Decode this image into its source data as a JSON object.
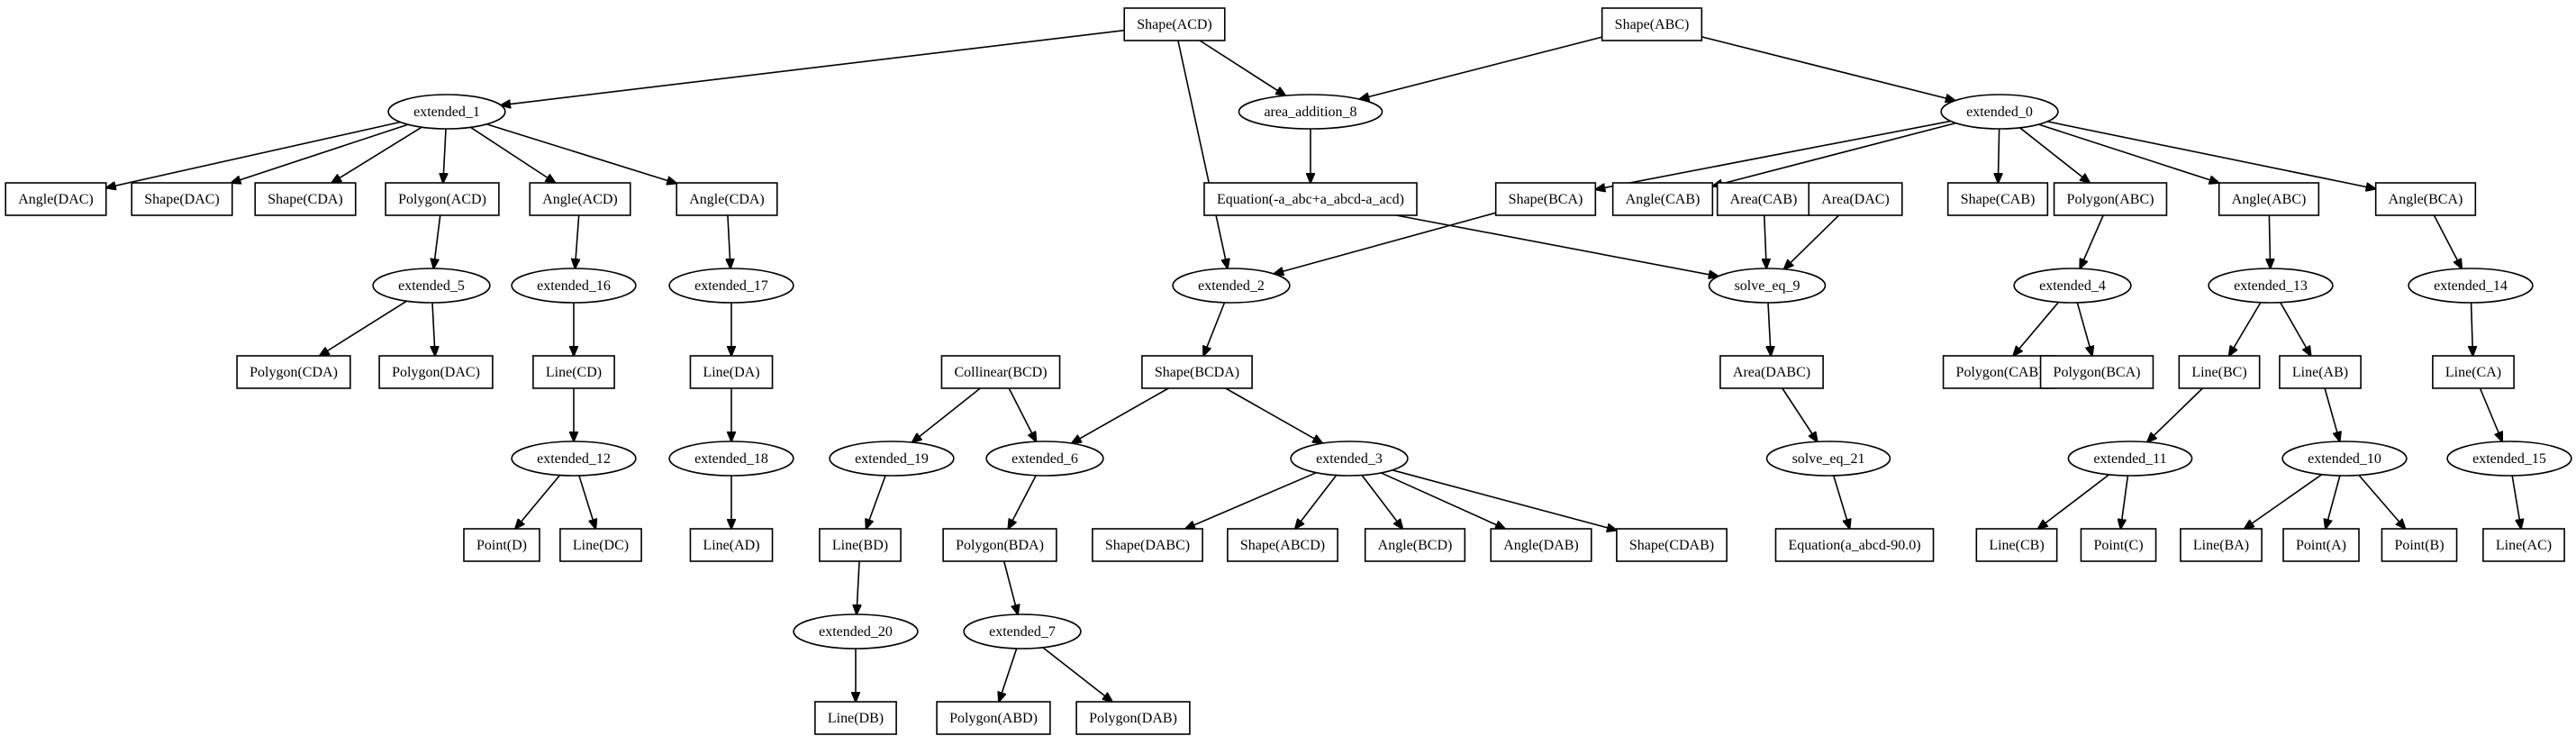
{
  "nodes": [
    {
      "id": "shape_acd",
      "label": "Shape(ACD)",
      "kind": "box"
    },
    {
      "id": "shape_abc",
      "label": "Shape(ABC)",
      "kind": "box"
    },
    {
      "id": "extended_1",
      "label": "extended_1",
      "kind": "ellipse"
    },
    {
      "id": "area_addition_8",
      "label": "area_addition_8",
      "kind": "ellipse"
    },
    {
      "id": "extended_0",
      "label": "extended_0",
      "kind": "ellipse"
    },
    {
      "id": "angle_dac",
      "label": "Angle(DAC)",
      "kind": "box"
    },
    {
      "id": "shape_dac",
      "label": "Shape(DAC)",
      "kind": "box"
    },
    {
      "id": "shape_cda",
      "label": "Shape(CDA)",
      "kind": "box"
    },
    {
      "id": "polygon_acd",
      "label": "Polygon(ACD)",
      "kind": "box"
    },
    {
      "id": "angle_acd",
      "label": "Angle(ACD)",
      "kind": "box"
    },
    {
      "id": "angle_cda",
      "label": "Angle(CDA)",
      "kind": "box"
    },
    {
      "id": "equation_1",
      "label": "Equation(-a_abc+a_abcd-a_acd)",
      "kind": "box"
    },
    {
      "id": "shape_bca",
      "label": "Shape(BCA)",
      "kind": "box"
    },
    {
      "id": "angle_cab",
      "label": "Angle(CAB)",
      "kind": "box"
    },
    {
      "id": "area_cab",
      "label": "Area(CAB)",
      "kind": "box"
    },
    {
      "id": "area_dac",
      "label": "Area(DAC)",
      "kind": "box"
    },
    {
      "id": "shape_cab",
      "label": "Shape(CAB)",
      "kind": "box"
    },
    {
      "id": "polygon_abc",
      "label": "Polygon(ABC)",
      "kind": "box"
    },
    {
      "id": "angle_abc",
      "label": "Angle(ABC)",
      "kind": "box"
    },
    {
      "id": "angle_bca",
      "label": "Angle(BCA)",
      "kind": "box"
    },
    {
      "id": "extended_5",
      "label": "extended_5",
      "kind": "ellipse"
    },
    {
      "id": "extended_16",
      "label": "extended_16",
      "kind": "ellipse"
    },
    {
      "id": "extended_17",
      "label": "extended_17",
      "kind": "ellipse"
    },
    {
      "id": "extended_2",
      "label": "extended_2",
      "kind": "ellipse"
    },
    {
      "id": "solve_eq_9",
      "label": "solve_eq_9",
      "kind": "ellipse"
    },
    {
      "id": "extended_4",
      "label": "extended_4",
      "kind": "ellipse"
    },
    {
      "id": "extended_13",
      "label": "extended_13",
      "kind": "ellipse"
    },
    {
      "id": "extended_14",
      "label": "extended_14",
      "kind": "ellipse"
    },
    {
      "id": "polygon_cda",
      "label": "Polygon(CDA)",
      "kind": "box"
    },
    {
      "id": "polygon_dac",
      "label": "Polygon(DAC)",
      "kind": "box"
    },
    {
      "id": "line_cd",
      "label": "Line(CD)",
      "kind": "box"
    },
    {
      "id": "line_da",
      "label": "Line(DA)",
      "kind": "box"
    },
    {
      "id": "collinear_bcd",
      "label": "Collinear(BCD)",
      "kind": "box"
    },
    {
      "id": "shape_bcda",
      "label": "Shape(BCDA)",
      "kind": "box"
    },
    {
      "id": "area_dabc",
      "label": "Area(DABC)",
      "kind": "box"
    },
    {
      "id": "polygon_cab",
      "label": "Polygon(CAB)",
      "kind": "box"
    },
    {
      "id": "polygon_bca",
      "label": "Polygon(BCA)",
      "kind": "box"
    },
    {
      "id": "line_bc",
      "label": "Line(BC)",
      "kind": "box"
    },
    {
      "id": "line_ab",
      "label": "Line(AB)",
      "kind": "box"
    },
    {
      "id": "line_ca",
      "label": "Line(CA)",
      "kind": "box"
    },
    {
      "id": "extended_12",
      "label": "extended_12",
      "kind": "ellipse"
    },
    {
      "id": "extended_18",
      "label": "extended_18",
      "kind": "ellipse"
    },
    {
      "id": "extended_19",
      "label": "extended_19",
      "kind": "ellipse"
    },
    {
      "id": "extended_6",
      "label": "extended_6",
      "kind": "ellipse"
    },
    {
      "id": "extended_3",
      "label": "extended_3",
      "kind": "ellipse"
    },
    {
      "id": "solve_eq_21",
      "label": "solve_eq_21",
      "kind": "ellipse"
    },
    {
      "id": "extended_11",
      "label": "extended_11",
      "kind": "ellipse"
    },
    {
      "id": "extended_10",
      "label": "extended_10",
      "kind": "ellipse"
    },
    {
      "id": "extended_15",
      "label": "extended_15",
      "kind": "ellipse"
    },
    {
      "id": "point_d",
      "label": "Point(D)",
      "kind": "box"
    },
    {
      "id": "line_dc",
      "label": "Line(DC)",
      "kind": "box"
    },
    {
      "id": "line_ad",
      "label": "Line(AD)",
      "kind": "box"
    },
    {
      "id": "line_bd",
      "label": "Line(BD)",
      "kind": "box"
    },
    {
      "id": "polygon_bda",
      "label": "Polygon(BDA)",
      "kind": "box"
    },
    {
      "id": "shape_dabc",
      "label": "Shape(DABC)",
      "kind": "box"
    },
    {
      "id": "shape_abcd",
      "label": "Shape(ABCD)",
      "kind": "box"
    },
    {
      "id": "angle_bcd",
      "label": "Angle(BCD)",
      "kind": "box"
    },
    {
      "id": "angle_dab",
      "label": "Angle(DAB)",
      "kind": "box"
    },
    {
      "id": "shape_cdab",
      "label": "Shape(CDAB)",
      "kind": "box"
    },
    {
      "id": "equation_2",
      "label": "Equation(a_abcd-90.0)",
      "kind": "box"
    },
    {
      "id": "line_cb",
      "label": "Line(CB)",
      "kind": "box"
    },
    {
      "id": "point_c",
      "label": "Point(C)",
      "kind": "box"
    },
    {
      "id": "line_ba",
      "label": "Line(BA)",
      "kind": "box"
    },
    {
      "id": "point_a",
      "label": "Point(A)",
      "kind": "box"
    },
    {
      "id": "point_b",
      "label": "Point(B)",
      "kind": "box"
    },
    {
      "id": "line_ac",
      "label": "Line(AC)",
      "kind": "box"
    },
    {
      "id": "extended_20",
      "label": "extended_20",
      "kind": "ellipse"
    },
    {
      "id": "extended_7",
      "label": "extended_7",
      "kind": "ellipse"
    },
    {
      "id": "line_db",
      "label": "Line(DB)",
      "kind": "box"
    },
    {
      "id": "polygon_abd",
      "label": "Polygon(ABD)",
      "kind": "box"
    },
    {
      "id": "polygon_dab",
      "label": "Polygon(DAB)",
      "kind": "box"
    }
  ],
  "edges": [
    [
      "shape_acd",
      "extended_1"
    ],
    [
      "shape_acd",
      "area_addition_8"
    ],
    [
      "shape_acd",
      "extended_2"
    ],
    [
      "shape_abc",
      "area_addition_8"
    ],
    [
      "shape_abc",
      "extended_0"
    ],
    [
      "extended_1",
      "angle_dac"
    ],
    [
      "extended_1",
      "shape_dac"
    ],
    [
      "extended_1",
      "shape_cda"
    ],
    [
      "extended_1",
      "polygon_acd"
    ],
    [
      "extended_1",
      "angle_acd"
    ],
    [
      "extended_1",
      "angle_cda"
    ],
    [
      "area_addition_8",
      "equation_1"
    ],
    [
      "extended_0",
      "shape_bca"
    ],
    [
      "extended_0",
      "angle_cab"
    ],
    [
      "extended_0",
      "shape_cab"
    ],
    [
      "extended_0",
      "polygon_abc"
    ],
    [
      "extended_0",
      "angle_abc"
    ],
    [
      "extended_0",
      "angle_bca"
    ],
    [
      "polygon_acd",
      "extended_5"
    ],
    [
      "angle_acd",
      "extended_16"
    ],
    [
      "angle_cda",
      "extended_17"
    ],
    [
      "equation_1",
      "solve_eq_9"
    ],
    [
      "shape_bca",
      "extended_2"
    ],
    [
      "area_cab",
      "solve_eq_9"
    ],
    [
      "area_dac",
      "solve_eq_9"
    ],
    [
      "polygon_abc",
      "extended_4"
    ],
    [
      "angle_abc",
      "extended_13"
    ],
    [
      "angle_bca",
      "extended_14"
    ],
    [
      "extended_5",
      "polygon_cda"
    ],
    [
      "extended_5",
      "polygon_dac"
    ],
    [
      "extended_16",
      "line_cd"
    ],
    [
      "extended_17",
      "line_da"
    ],
    [
      "extended_2",
      "shape_bcda"
    ],
    [
      "solve_eq_9",
      "area_dabc"
    ],
    [
      "extended_4",
      "polygon_cab"
    ],
    [
      "extended_4",
      "polygon_bca"
    ],
    [
      "extended_13",
      "line_bc"
    ],
    [
      "extended_13",
      "line_ab"
    ],
    [
      "extended_14",
      "line_ca"
    ],
    [
      "line_cd",
      "extended_12"
    ],
    [
      "line_da",
      "extended_18"
    ],
    [
      "collinear_bcd",
      "extended_19"
    ],
    [
      "collinear_bcd",
      "extended_6"
    ],
    [
      "shape_bcda",
      "extended_6"
    ],
    [
      "shape_bcda",
      "extended_3"
    ],
    [
      "area_dabc",
      "solve_eq_21"
    ],
    [
      "line_bc",
      "extended_11"
    ],
    [
      "line_ab",
      "extended_10"
    ],
    [
      "line_ca",
      "extended_15"
    ],
    [
      "extended_12",
      "point_d"
    ],
    [
      "extended_12",
      "line_dc"
    ],
    [
      "extended_18",
      "line_ad"
    ],
    [
      "extended_19",
      "line_bd"
    ],
    [
      "extended_6",
      "polygon_bda"
    ],
    [
      "extended_3",
      "shape_dabc"
    ],
    [
      "extended_3",
      "shape_abcd"
    ],
    [
      "extended_3",
      "angle_bcd"
    ],
    [
      "extended_3",
      "angle_dab"
    ],
    [
      "extended_3",
      "shape_cdab"
    ],
    [
      "solve_eq_21",
      "equation_2"
    ],
    [
      "extended_11",
      "line_cb"
    ],
    [
      "extended_11",
      "point_c"
    ],
    [
      "extended_10",
      "line_ba"
    ],
    [
      "extended_10",
      "point_a"
    ],
    [
      "extended_10",
      "point_b"
    ],
    [
      "extended_15",
      "line_ac"
    ],
    [
      "line_bd",
      "extended_20"
    ],
    [
      "polygon_bda",
      "extended_7"
    ],
    [
      "extended_20",
      "line_db"
    ],
    [
      "extended_7",
      "polygon_abd"
    ],
    [
      "extended_7",
      "polygon_dab"
    ]
  ]
}
